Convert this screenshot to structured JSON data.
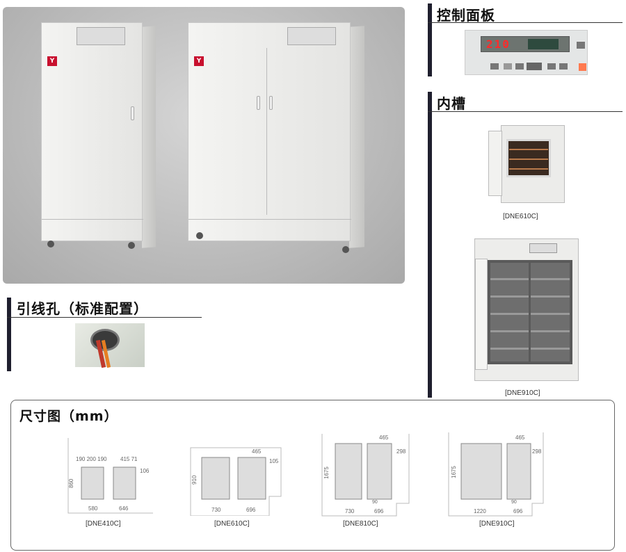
{
  "sections": {
    "cable_hole": "引线孔（标准配置）",
    "control_panel": "控制面板",
    "chamber": "内槽",
    "dimensions": "尺寸图（mm）"
  },
  "control_panel": {
    "display_value": "210"
  },
  "chamber_images": [
    {
      "caption": "[DNE610C]"
    },
    {
      "caption": "[DNE910C]"
    }
  ],
  "brand_mark": "Y",
  "dimension_drawings": [
    {
      "caption": "[DNE410C]",
      "labels": {
        "top": "190 200 190",
        "top_side": "415 71",
        "height": "860",
        "right": "106",
        "width": "580",
        "depth": "646"
      }
    },
    {
      "caption": "[DNE610C]",
      "labels": {
        "top_side": "465",
        "height": "910",
        "right": "105",
        "width": "730",
        "depth": "696"
      }
    },
    {
      "caption": "[DNE810C]",
      "labels": {
        "top_side": "465",
        "height": "1675",
        "right": "298",
        "width": "730",
        "depth": "696",
        "foot": "90"
      }
    },
    {
      "caption": "[DNE910C]",
      "labels": {
        "top_side": "465",
        "height": "1675",
        "right": "298",
        "width": "1220",
        "depth": "696",
        "foot": "90"
      }
    }
  ]
}
